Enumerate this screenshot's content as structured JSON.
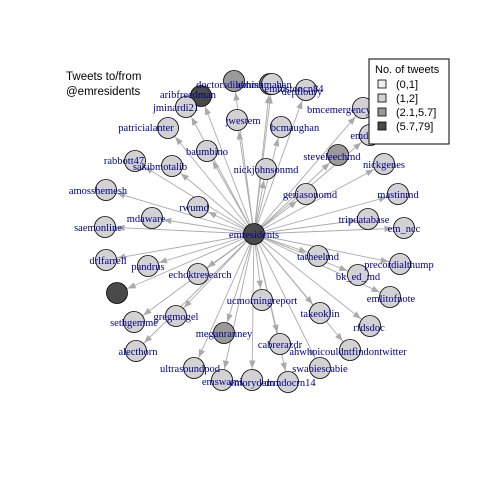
{
  "title": [
    "Tweets to/from",
    "@emresidents"
  ],
  "legend": {
    "title": "No. of tweets",
    "items": [
      {
        "label": "(0,1]",
        "color": "#efefef"
      },
      {
        "label": "(1,2]",
        "color": "#d2d2d2"
      },
      {
        "label": "(2.1,5.7]",
        "color": "#9a9a9a"
      },
      {
        "label": "(5.7,79]",
        "color": "#4a4a4a"
      }
    ]
  },
  "colors": {
    "edge": "#aaaaaa",
    "node_border": "#000000",
    "label": "#00008B",
    "background": "#ffffff"
  },
  "center": "emresidents",
  "nodes": [
    {
      "name": "emresidents",
      "bin": 3
    },
    {
      "name": "doctorsdilemma",
      "bin": 2
    },
    {
      "name": "abhishmahan",
      "bin": 2
    },
    {
      "name": "aribfreedman",
      "bin": 3
    },
    {
      "name": "emhistoncn84",
      "bin": 1
    },
    {
      "name": "depfloury",
      "bin": 1
    },
    {
      "name": "jminardi21",
      "bin": 1
    },
    {
      "name": "bmcemergency",
      "bin": 1
    },
    {
      "name": "jwestem",
      "bin": 1
    },
    {
      "name": "patricialanter",
      "bin": 1
    },
    {
      "name": "bcmaughan",
      "bin": 1
    },
    {
      "name": "emdo",
      "bin": 1
    },
    {
      "name": "baumbino",
      "bin": 1
    },
    {
      "name": "steveleechmd",
      "bin": 2
    },
    {
      "name": "nickgenes",
      "bin": 1
    },
    {
      "name": "rabbott47",
      "bin": 1
    },
    {
      "name": "sakibmotalib",
      "bin": 1
    },
    {
      "name": "nickjohnsonmd",
      "bin": 1
    },
    {
      "name": "amosshemesh",
      "bin": 1
    },
    {
      "name": "geriasonomd",
      "bin": 1
    },
    {
      "name": "mastinmd",
      "bin": 1
    },
    {
      "name": "rwumd",
      "bin": 1
    },
    {
      "name": "mdaware",
      "bin": 1
    },
    {
      "name": "tripdatabase",
      "bin": 1
    },
    {
      "name": "saemonline",
      "bin": 1
    },
    {
      "name": "em_ncc",
      "bin": 1
    },
    {
      "name": "drlfarrell",
      "bin": 1
    },
    {
      "name": "tarheelmd",
      "bin": 1
    },
    {
      "name": "precordialthump",
      "bin": 1
    },
    {
      "name": "pandrus",
      "bin": 1
    },
    {
      "name": "bk_ed_md",
      "bin": 1
    },
    {
      "name": "echoktresearch",
      "bin": 1
    },
    {
      "name": "",
      "bin": 3
    },
    {
      "name": "emlitofnote",
      "bin": 1
    },
    {
      "name": "ucmorningreport",
      "bin": 1
    },
    {
      "name": "sethgemme",
      "bin": 1
    },
    {
      "name": "gregmogel",
      "bin": 1
    },
    {
      "name": "takeoklin",
      "bin": 1
    },
    {
      "name": "rfdsdoc",
      "bin": 1
    },
    {
      "name": "meganranney",
      "bin": 2
    },
    {
      "name": "cabrerazdr",
      "bin": 1
    },
    {
      "name": "alecthorn",
      "bin": 1
    },
    {
      "name": "ahwhoicouldntfindontwitter",
      "bin": 1
    },
    {
      "name": "swabiescabie",
      "bin": 1
    },
    {
      "name": "ultrasoundpod",
      "bin": 1
    },
    {
      "name": "emswami",
      "bin": 1
    },
    {
      "name": "emorydem",
      "bin": 1
    },
    {
      "name": "drmdocrn14",
      "bin": 1
    }
  ]
}
